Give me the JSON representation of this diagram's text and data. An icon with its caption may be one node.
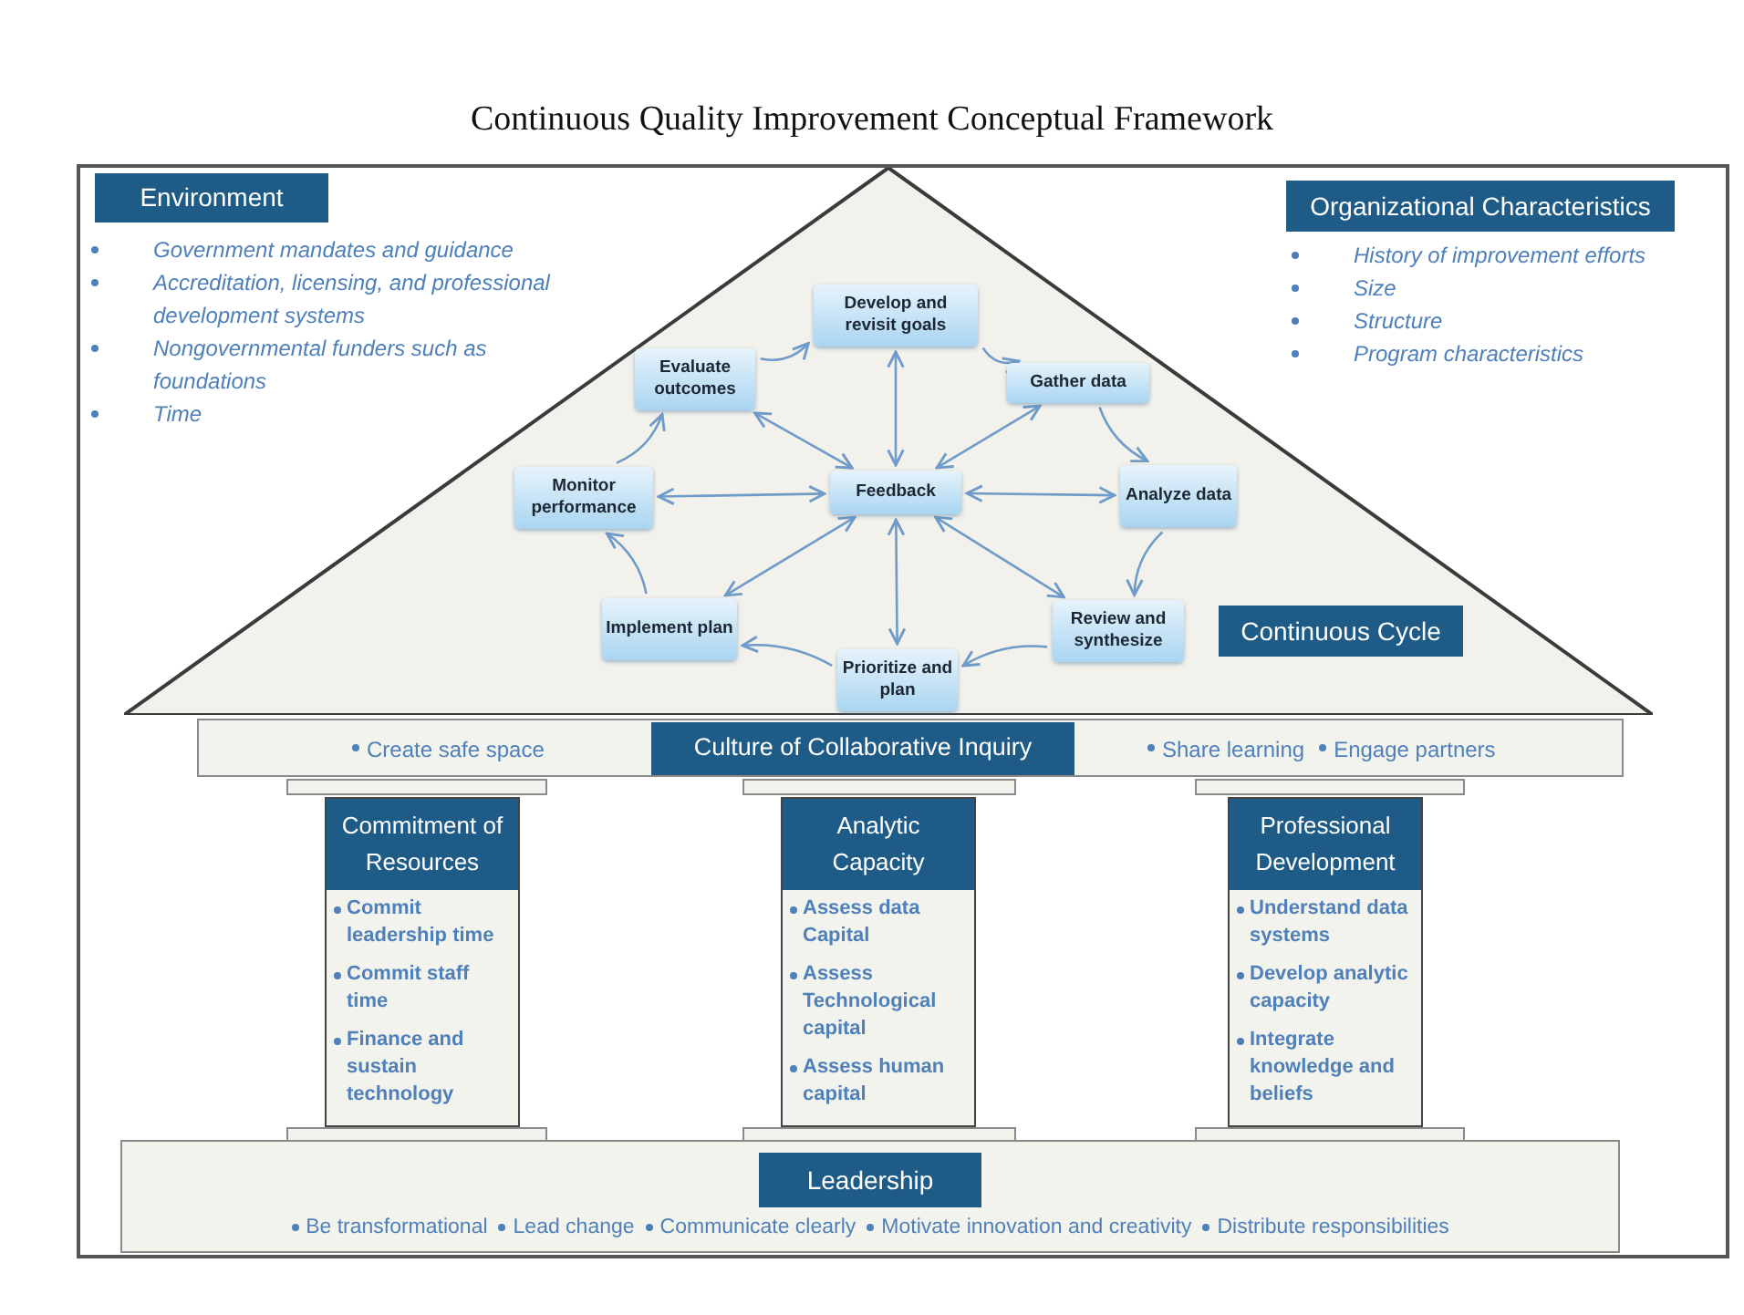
{
  "diagram": {
    "title": "Continuous Quality Improvement Conceptual Framework",
    "nodes": [
      {
        "text": [],
        "shape": "triangle"
      },
      {
        "text": [
          "Develop and revisit goals"
        ],
        "in": 0
      },
      {
        "text": [
          "Gather data"
        ],
        "in": 0
      },
      {
        "text": [
          "Analyze data"
        ],
        "in": 0
      },
      {
        "text": [
          "Review and synthesize"
        ],
        "in": 0
      },
      {
        "text": [
          "Prioritize and plan"
        ],
        "in": 0
      },
      {
        "text": [
          "Implement plan"
        ],
        "in": 0
      },
      {
        "text": [
          "Monitor performance"
        ],
        "in": 0
      },
      {
        "text": [
          "Evaluate outcomes"
        ],
        "in": 0
      },
      {
        "text": [
          "Feedback"
        ],
        "in": 0
      },
      {
        "text": [
          "Continuous Cycle"
        ],
        "in": 0
      },
      {
        "text": [
          "Environment"
        ],
        "beside": [
          "Government mandates and guidance",
          "Accreditation, licensing, and professional development systems",
          "Nongovernmental funders such as foundations",
          "Time"
        ]
      },
      {
        "text": [
          "Organizational Characteristics"
        ],
        "beside": [
          "History of improvement efforts",
          "Size",
          "Structure",
          "Program characteristics"
        ]
      },
      {
        "text": [
          "Create safe space",
          "Culture of Collaborative Inquiry",
          "Share learning",
          "Engage partners"
        ]
      },
      {
        "text": [
          "Commitment of Resources",
          "Commit leadership time",
          "Commit staff time",
          "Finance and sustain technology"
        ]
      },
      {
        "text": [
          "Analytic Capacity",
          "Assess data Capital",
          "Assess Technological capital",
          "Assess human capital"
        ]
      },
      {
        "text": [
          "Professional Development",
          "Understand data systems",
          "Develop analytic capacity",
          "Integrate knowledge and beliefs"
        ]
      },
      {
        "text": [
          "Leadership",
          "Be transformational",
          "Lead change",
          "Communicate clearly",
          "Motivate innovation and creativity",
          "Distribute responsibilities"
        ]
      }
    ],
    "edges": [
      {
        "from": 1,
        "to": 2,
        "arrow": "to"
      },
      {
        "from": 2,
        "to": 3,
        "arrow": "to"
      },
      {
        "from": 3,
        "to": 4,
        "arrow": "to"
      },
      {
        "from": 4,
        "to": 5,
        "arrow": "to"
      },
      {
        "from": 5,
        "to": 6,
        "arrow": "to"
      },
      {
        "from": 6,
        "to": 7,
        "arrow": "to"
      },
      {
        "from": 7,
        "to": 8,
        "arrow": "to"
      },
      {
        "from": 8,
        "to": 1,
        "arrow": "to"
      },
      {
        "from": 9,
        "to": 1,
        "arrow": "both"
      },
      {
        "from": 9,
        "to": 2,
        "arrow": "both"
      },
      {
        "from": 9,
        "to": 3,
        "arrow": "both"
      },
      {
        "from": 9,
        "to": 4,
        "arrow": "both"
      },
      {
        "from": 9,
        "to": 5,
        "arrow": "both"
      },
      {
        "from": 9,
        "to": 6,
        "arrow": "both"
      },
      {
        "from": 9,
        "to": 7,
        "arrow": "both"
      },
      {
        "from": 9,
        "to": 8,
        "arrow": "both"
      }
    ]
  }
}
